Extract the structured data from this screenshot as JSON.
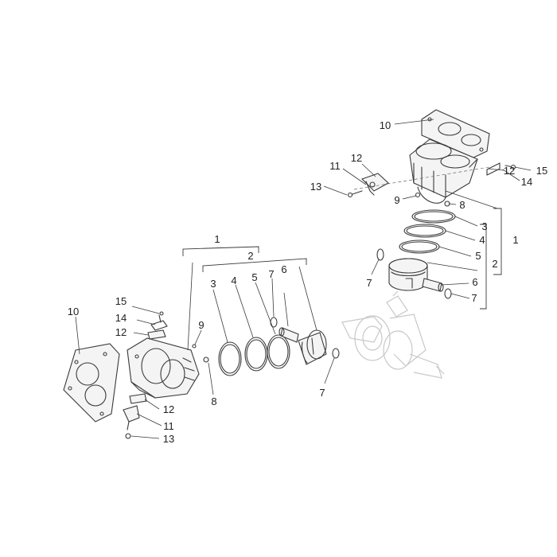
{
  "callouts": {
    "upper": [
      "10",
      "12",
      "11",
      "13",
      "9",
      "8",
      "15",
      "14",
      "12",
      "3",
      "4",
      "5",
      "6",
      "7",
      "7",
      "1",
      "2"
    ],
    "lower": [
      "1",
      "2",
      "3",
      "4",
      "5",
      "7",
      "6",
      "15",
      "14",
      "12",
      "9",
      "10",
      "8",
      "7",
      "12",
      "11",
      "13"
    ]
  },
  "colors": {
    "line": "#3a3a3a",
    "ghost": "#c8c8c8",
    "background": "#ffffff"
  }
}
